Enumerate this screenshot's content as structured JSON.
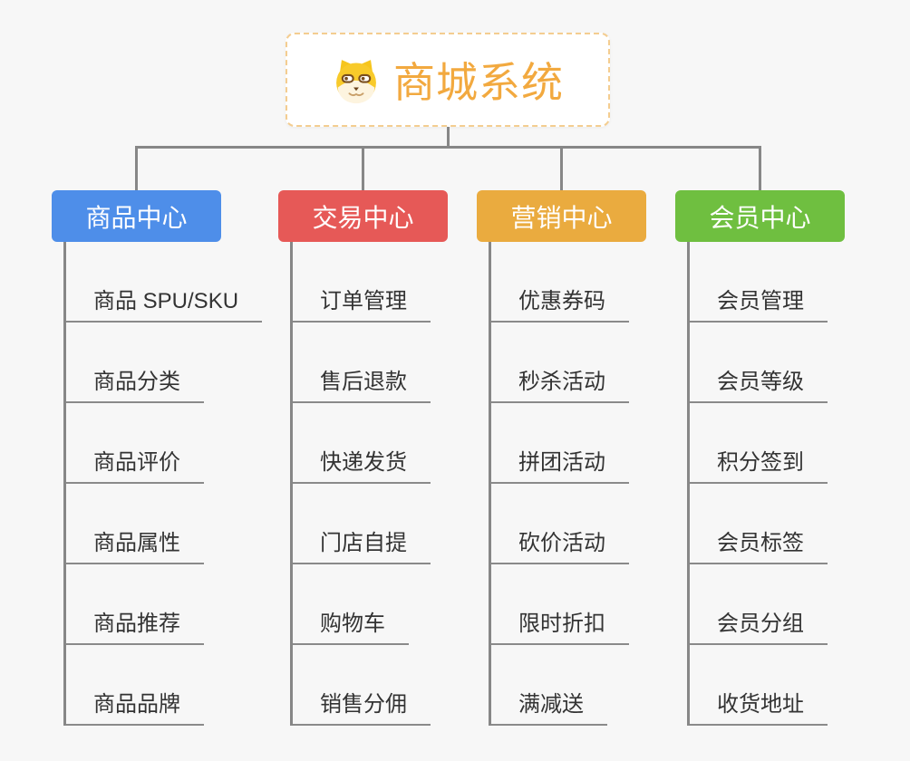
{
  "root": {
    "title": "商城系统",
    "title_color": "#f2a93f",
    "icon": "doge-icon",
    "border_color": "#f4cd90"
  },
  "connector_color": "#878787",
  "item_text_color": "#333333",
  "background_color": "#f7f7f7",
  "columns": [
    {
      "label": "商品中心",
      "color": "#4e8ee9",
      "items": [
        "商品 SPU/SKU",
        "商品分类",
        "商品评价",
        "商品属性",
        "商品推荐",
        "商品品牌"
      ]
    },
    {
      "label": "交易中心",
      "color": "#e65957",
      "items": [
        "订单管理",
        "售后退款",
        "快递发货",
        "门店自提",
        "购物车",
        "销售分佣"
      ]
    },
    {
      "label": "营销中心",
      "color": "#eaab3f",
      "items": [
        "优惠券码",
        "秒杀活动",
        "拼团活动",
        "砍价活动",
        "限时折扣",
        "满减送"
      ]
    },
    {
      "label": "会员中心",
      "color": "#6fbf40",
      "items": [
        "会员管理",
        "会员等级",
        "积分签到",
        "会员标签",
        "会员分组",
        "收货地址"
      ]
    }
  ]
}
